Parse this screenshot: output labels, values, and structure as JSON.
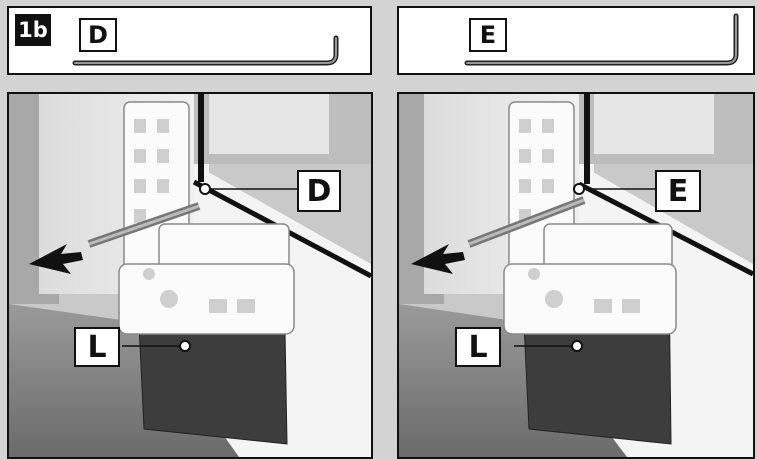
{
  "step_label": "1b",
  "left_panel": {
    "tool_label": "D",
    "callout_top": "D",
    "callout_bottom": "L"
  },
  "right_panel": {
    "tool_label": "E",
    "callout_top": "E",
    "callout_bottom": "L"
  },
  "icons": [
    "hex-key-icon",
    "direction-arrow-icon",
    "leader-dot-icon"
  ]
}
